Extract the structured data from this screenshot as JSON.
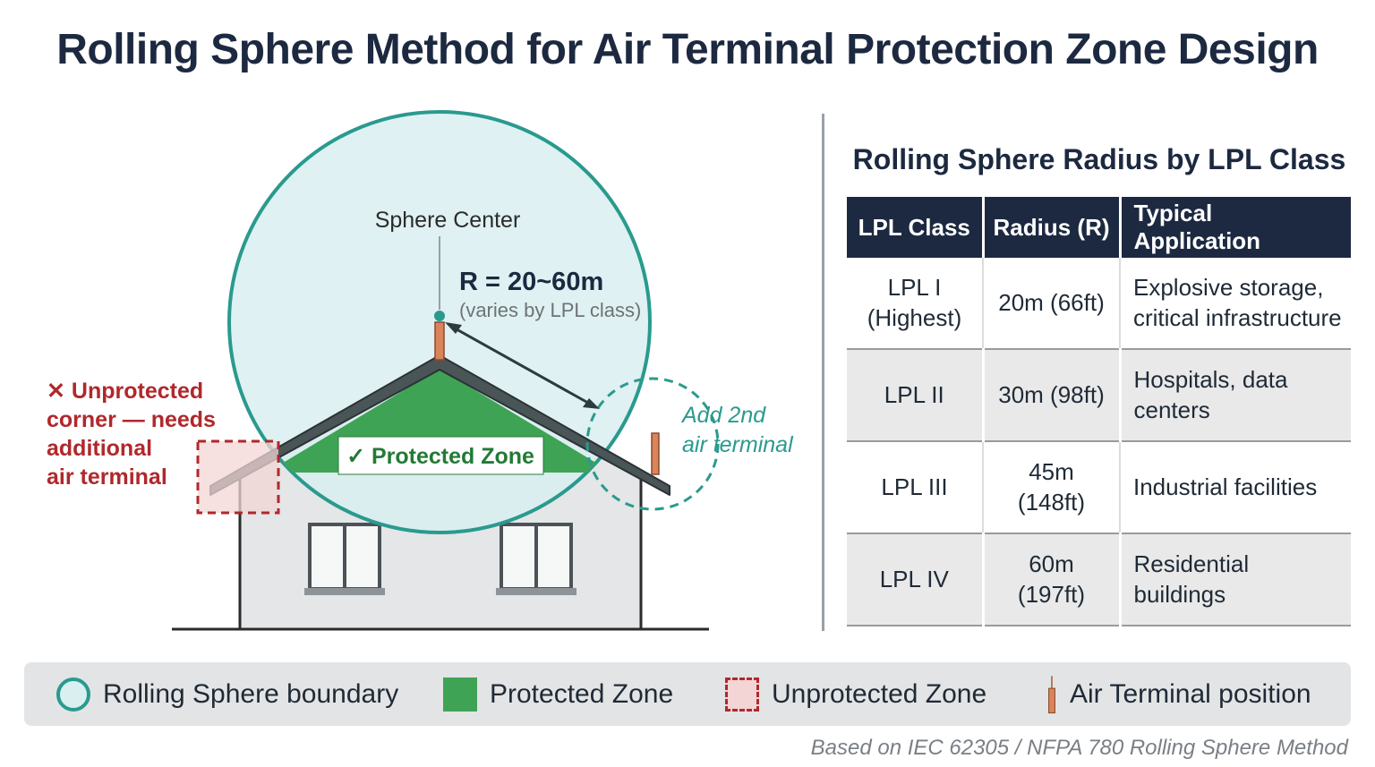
{
  "title": "Rolling Sphere Method for Air Terminal Protection Zone Design",
  "diagram": {
    "sphere_center_label": "Sphere Center",
    "radius_label": "R = 20~60m",
    "radius_note": "(varies by LPL class)",
    "protected_zone_label": "✓ Protected Zone",
    "unprotected_note": [
      "✕ Unprotected",
      "corner — needs",
      "additional",
      "air terminal"
    ],
    "add_terminal_note": [
      "Add 2nd",
      "air terminal"
    ],
    "colors": {
      "sphere_fill": "#d9eff0",
      "sphere_stroke": "#2a9a8e",
      "protected": "#3fa356",
      "unprotected": "#b0282c",
      "roof": "#4a5558",
      "wall": "#e4e6e7",
      "terminal": "#d9845a"
    }
  },
  "table": {
    "title": "Rolling Sphere Radius by LPL Class",
    "headers": [
      "LPL Class",
      "Radius (R)",
      "Typical Application"
    ],
    "rows": [
      {
        "cls": [
          "LPL I",
          "(Highest)"
        ],
        "radius": [
          "20m (66ft)"
        ],
        "app": [
          "Explosive storage,",
          "critical infrastructure"
        ]
      },
      {
        "cls": [
          "LPL II"
        ],
        "radius": [
          "30m (98ft)"
        ],
        "app": [
          "Hospitals, data",
          "centers"
        ]
      },
      {
        "cls": [
          "LPL III"
        ],
        "radius": [
          "45m",
          "(148ft)"
        ],
        "app": [
          "Industrial facilities"
        ]
      },
      {
        "cls": [
          "LPL IV"
        ],
        "radius": [
          "60m",
          "(197ft)"
        ],
        "app": [
          "Residential",
          "buildings"
        ]
      }
    ]
  },
  "legend": {
    "sphere": "Rolling Sphere boundary",
    "protected": "Protected Zone",
    "unprotected": "Unprotected Zone",
    "terminal": "Air Terminal position"
  },
  "footer": "Based on IEC 62305 / NFPA 780 Rolling Sphere Method"
}
